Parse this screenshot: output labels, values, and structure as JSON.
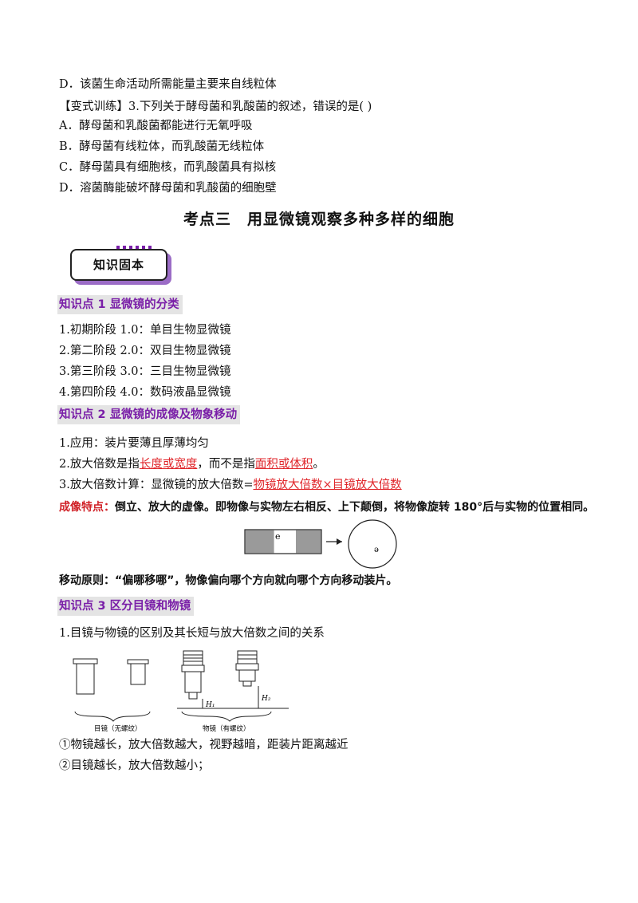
{
  "lines": {
    "d1": "D．该菌生命活动所需能量主要来自线粒体",
    "variant": "【变式训练】3.下列关于酵母菌和乳酸菌的叙述，错误的是(      )",
    "a": "A．酵母菌和乳酸菌都能进行无氧呼吸",
    "b": "B．酵母菌有线粒体，而乳酸菌无线粒体",
    "c": "C．酵母菌具有细胞核，而乳酸菌具有拟核",
    "d2": "D．溶菌酶能破坏酵母菌和乳酸菌的细胞壁"
  },
  "section_title": "考点三　用显微镜观察多种多样的细胞",
  "badge": "知识固本",
  "kp1": {
    "heading": "知识点 1  显微镜的分类",
    "items": [
      "1.初期阶段 1.0：单目生物显微镜",
      "2.第二阶段 2.0：双目生物显微镜",
      "3.第三阶段 3.0：三目生物显微镜",
      "4.第四阶段 4.0：数码液晶显微镜"
    ]
  },
  "kp2": {
    "heading": "知识点 2   显微镜的成像及物象移动",
    "item1": "1.应用：装片要薄且厚薄均匀",
    "item2_pre": "2.放大倍数是指",
    "item2_u1": "长度或宽度",
    "item2_mid": "，而不是指",
    "item2_u2": "面积或体积",
    "item2_end": "。",
    "item3_pre": "3.放大倍数计算：显微镜的放大倍数=",
    "item3_u": "物镜放大倍数×目镜放大倍数",
    "imaging_label": "成像特点：",
    "imaging_text": "倒立、放大的虚像。即物像与实物左右相反、上下颠倒，将物像旋转 180°后与实物的位置相同。",
    "fig_letter": "e",
    "fig_letter_rot": "ə",
    "move_label": "移动原则：",
    "move_text": "“偏哪移哪”，物像偏向哪个方向就向哪个方向移动装片。"
  },
  "kp3": {
    "heading": "知识点 3    区分目镜和物镜",
    "item1": "1.目镜与物镜的区别及其长短与放大倍数之间的关系",
    "fig_eyepiece": "目镜（无螺纹）",
    "fig_objective": "物镜（有螺纹）",
    "fig_h1": "H₁",
    "fig_h2": "H₂",
    "note1": "①物镜越长，放大倍数越大，视野越暗，距装片距离越近",
    "note2": "②目镜越长，放大倍数越小；"
  }
}
